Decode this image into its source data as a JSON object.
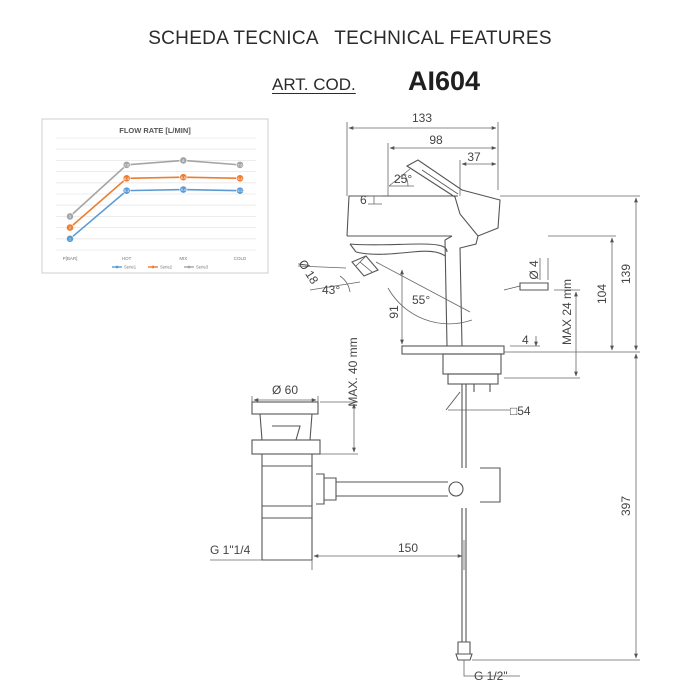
{
  "header": {
    "title": "SCHEDA TECNICA   TECHNICAL FEATURES",
    "art_label": "ART. COD.",
    "art_code": "AI604"
  },
  "dimensions": {
    "d133": "133",
    "d98": "98",
    "d37": "37",
    "a25": "25°",
    "d6": "6",
    "d139": "139",
    "d104": "104",
    "dia4": "Ø 4",
    "max24": "MAX 24 mm",
    "dia18": "Ø 18",
    "a43": "43°",
    "a55": "55°",
    "d91": "91",
    "d4": "4",
    "sq54": "□54",
    "dia60": "Ø 60",
    "max40": "MAX. 40 mm",
    "d397": "397",
    "g114": "G 1\"1/4",
    "d150": "150",
    "g12": "G 1/2\""
  },
  "chart_data": {
    "type": "line",
    "title": "FLOW RATE [L/MIN]",
    "categories": [
      "P[BAR]",
      "HOT",
      "MIX",
      "COLD"
    ],
    "series": [
      {
        "name": "Serie1",
        "values": [
          1,
          5.3,
          5.4,
          5.3
        ],
        "color": "#5b9bd5"
      },
      {
        "name": "Serie2",
        "values": [
          2,
          6.4,
          6.5,
          6.4
        ],
        "color": "#ed7d31"
      },
      {
        "name": "Serie3",
        "values": [
          3,
          7.6,
          8,
          7.6
        ],
        "color": "#a5a5a5"
      }
    ],
    "ylim": [
      0,
      10
    ],
    "grid": true,
    "legend": "bottom"
  }
}
